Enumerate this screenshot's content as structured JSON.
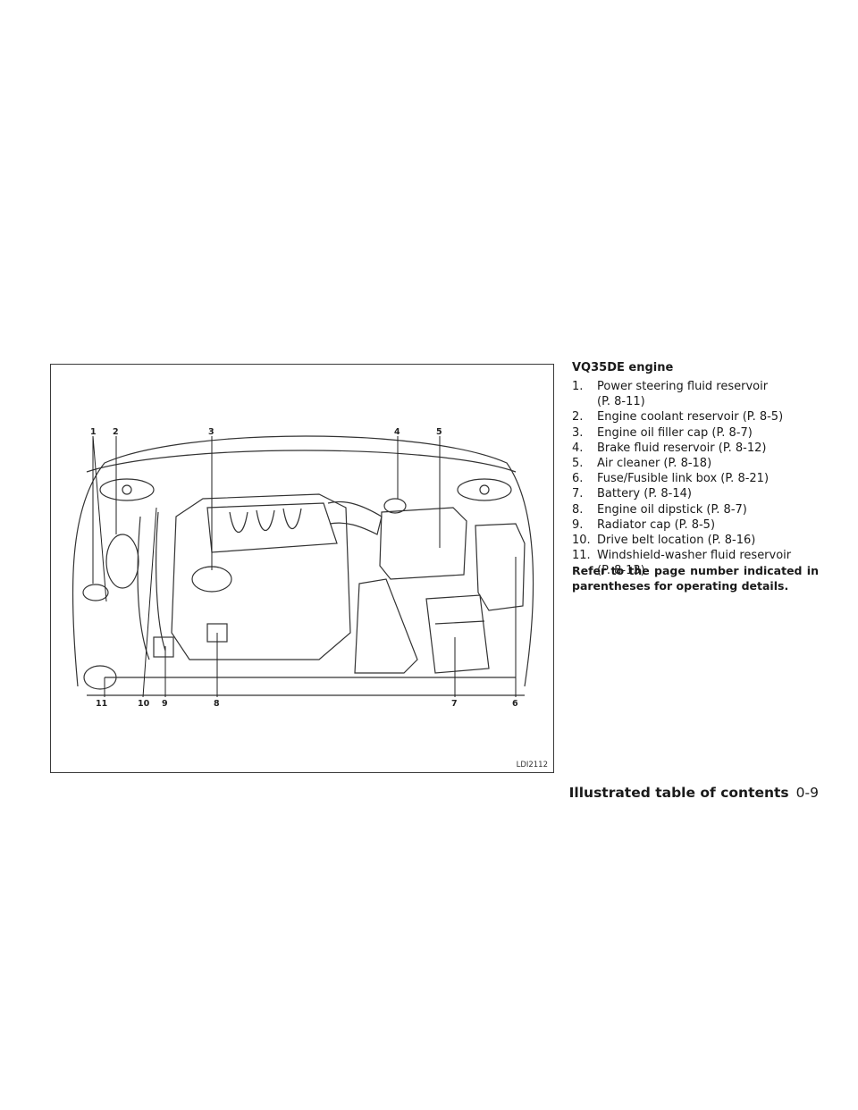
{
  "figure": {
    "id": "LDI2112",
    "callouts": [
      "1",
      "2",
      "3",
      "4",
      "5",
      "6",
      "7",
      "8",
      "9",
      "10",
      "11"
    ]
  },
  "heading": "VQ35DE engine",
  "items": [
    {
      "num": "1.",
      "text": "Power steering fluid reservoir",
      "cont": "(P. 8-11)"
    },
    {
      "num": "2.",
      "text": "Engine coolant reservoir (P. 8-5)"
    },
    {
      "num": "3.",
      "text": "Engine oil filler cap (P. 8-7)"
    },
    {
      "num": "4.",
      "text": "Brake fluid reservoir (P. 8-12)"
    },
    {
      "num": "5.",
      "text": "Air cleaner (P. 8-18)"
    },
    {
      "num": "6.",
      "text": "Fuse/Fusible link box (P. 8-21)"
    },
    {
      "num": "7.",
      "text": "Battery (P. 8-14)"
    },
    {
      "num": "8.",
      "text": "Engine oil dipstick (P. 8-7)"
    },
    {
      "num": "9.",
      "text": "Radiator cap (P. 8-5)"
    },
    {
      "num": "10.",
      "text": "Drive belt location (P. 8-16)"
    },
    {
      "num": "11.",
      "text": "Windshield-washer fluid reservoir",
      "cont": "(P. 8-13)"
    }
  ],
  "note": "Refer to the page number indicated in parentheses for operating details.",
  "footer": {
    "section": "Illustrated table of contents",
    "page": "0-9"
  }
}
